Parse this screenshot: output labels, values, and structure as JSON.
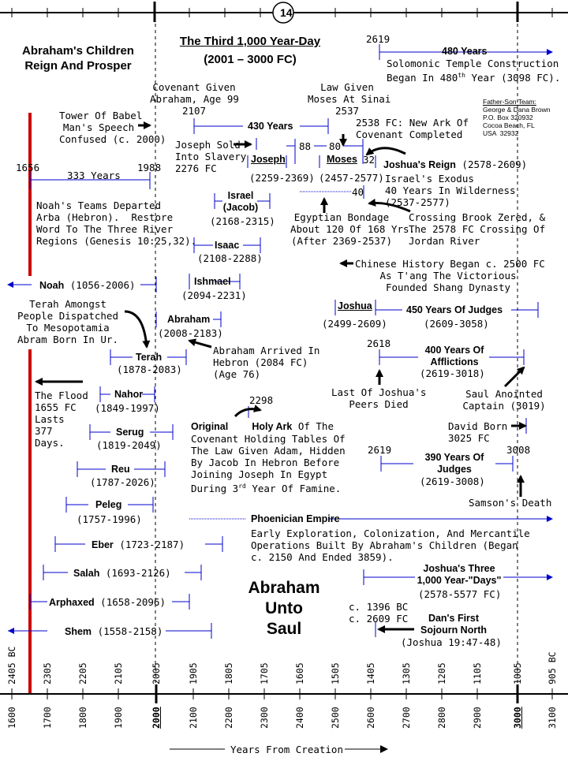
{
  "page_number": "14",
  "title_left": "Abraham's Children\nReign And Prosper",
  "title_center_1": "The Third 1,000 Year-Day",
  "title_center_2": "(2001 – 3000 FC)",
  "team": {
    "heading": "Father-Son Team:",
    "lines": "George & Dana Brown\nP.O. Box 320932\nCocoa Beach, FL\nUSA  32932"
  },
  "big_title": "Abraham\nUnto\nSaul",
  "labels": {
    "t2619a": "2619",
    "temple_title": "480 Years",
    "temple_body": "Solomonic Temple Construction\nBegan In 480",
    "temple_sup": "th",
    "temple_tail": " Year (3098 FC).",
    "cov_given": "Covenant Given\nAbraham, Age 99\n2107",
    "law_given": "Law Given\nMoses At Sinai\n2537",
    "babel": "Tower Of Babel\nMan's Speech\nConfused (c. 2000)",
    "y430": "430 Years",
    "ark_new": "2538 FC: New Ark Of\nCovenant Completed",
    "joseph_sold": "Joseph Sold\nInto Slavery\n2276 FC",
    "n88": "88",
    "n80": "80",
    "n32": "32",
    "n40": "40",
    "joseph": "Joseph",
    "joseph_dates": "(2259-2369)",
    "moses": "Moses",
    "moses_dates": "(2457-2577)",
    "joshua_reign": "Joshua's Reign",
    "joshua_reign_dates": " (2578-2609)",
    "exodus": "Israel's Exodus\n40 Years In Wilderness\n(2537-2577)",
    "y1656": "1656",
    "y333": "333 Years",
    "y1988": "1988",
    "noah_teams": "Noah's Teams Departed\nArba (Hebron).  Restore\nWord To The Three River\nRegions (Genesis 10:25,32).",
    "israel": "Israel\n(Jacob)",
    "israel_dates": "(2168-2315)",
    "bondage": "Egyptian Bondage\nAbout 120 Of 168 Yrs.\n(After 2369-2537)",
    "zered": "Crossing Brook Zered, &\nThe 2578 FC Crossing Of\nJordan River",
    "isaac": "Isaac",
    "isaac_dates": "(2108-2288)",
    "chinese": "Chinese History Began c. 2500 FC\nAs T'ang The Victorious\nFounded Shang Dynasty",
    "noah": "Noah",
    "noah_dates": " (1056-2006)",
    "ishmael": "Ishmael",
    "ishmael_dates": "(2094-2231)",
    "terah_amongst": "Terah Amongst\nPeople Dispatched\nTo Mesopotamia\nAbram Born In Ur.",
    "abraham": "Abraham",
    "abraham_dates": "(2008-2183)",
    "joshua": "Joshua",
    "joshua_dates": "(2499-2609)",
    "judges450": "450 Years Of Judges",
    "judges450_dates": "(2609-3058)",
    "hebron": "Abraham Arrived In\nHebron (2084 FC)\n(Age 76)",
    "t2618": "2618",
    "afflictions": "400 Years Of\nAfflictions",
    "afflictions_dates": "(2619-3018)",
    "terah": "Terah",
    "terah_dates": "(1878-2083)",
    "flood": "The Flood\n1655 FC\nLasts\n377\nDays.",
    "last_joshua": "Last Of Joshua's\nPeers Died",
    "saul": "Saul Anointed\nCaptain (3019)",
    "nahor": "Nahor",
    "nahor_dates": "(1849-1997)",
    "t2298": "2298",
    "holy_ark_b1": "Original",
    "holy_ark_b2": "Holy Ark",
    "holy_ark_1": " Of The",
    "holy_ark_rest": "Covenant Holding Tables Of\nThe Law Given Adam, Hidden\nBy Jacob In Hebron Before\nJoining Joseph In Egypt\nDuring 3",
    "holy_ark_sup": "rd",
    "holy_ark_tail": " Year Of Famine.",
    "david": "David Born\n3025 FC",
    "serug": "Serug",
    "serug_dates": "(1819-2049)",
    "t2619b": "2619",
    "t3008": "3008",
    "judges390": "390 Years Of\nJudges",
    "judges390_dates": "(2619-3008)",
    "reu": "Reu",
    "reu_dates": "(1787-2026)",
    "samson": "Samson's Death",
    "peleg": "Peleg",
    "peleg_dates": "(1757-1996)",
    "phoenician": "Phoenician Empire",
    "phoenician_body": "Early Exploration, Colonization, And Mercantile\nOperations Built By Abraham's Children (Began\nc. 2150 And Ended 3859).",
    "eber": "Eber",
    "eber_dates": " (1723-2187)",
    "salah": "Salah",
    "salah_dates": " (1693-2126)",
    "joshua3000": "Joshua's Three\n1,000 Year-\"Days\"",
    "joshua3000_dates": "(2578-5577 FC)",
    "arphaxed": "Arphaxed",
    "arphaxed_dates": " (1658-2096)",
    "c1396": "c. 1396 BC\nc. 2609 FC",
    "dan": "Dan's First\nSojourn North",
    "dan_dates": "(Joshua 19:47-48)",
    "shem": "Shem",
    "shem_dates": " (1558-2158)",
    "axis_caption": "Years From Creation"
  },
  "bc_ticks": [
    "2405 BC",
    "2305",
    "2205",
    "2105",
    "2005",
    "1905",
    "1805",
    "1705",
    "1605",
    "1505",
    "1405",
    "1305",
    "1205",
    "1105",
    "1005",
    "905 BC"
  ],
  "fc_ticks": [
    "1600",
    "1700",
    "1800",
    "1900",
    "2000",
    "2100",
    "2200",
    "2300",
    "2400",
    "2500",
    "2600",
    "2700",
    "2800",
    "2900",
    "3000",
    "3100"
  ],
  "colors": {
    "line": "#0000cc",
    "flood": "#cc0000",
    "text": "#000000"
  }
}
